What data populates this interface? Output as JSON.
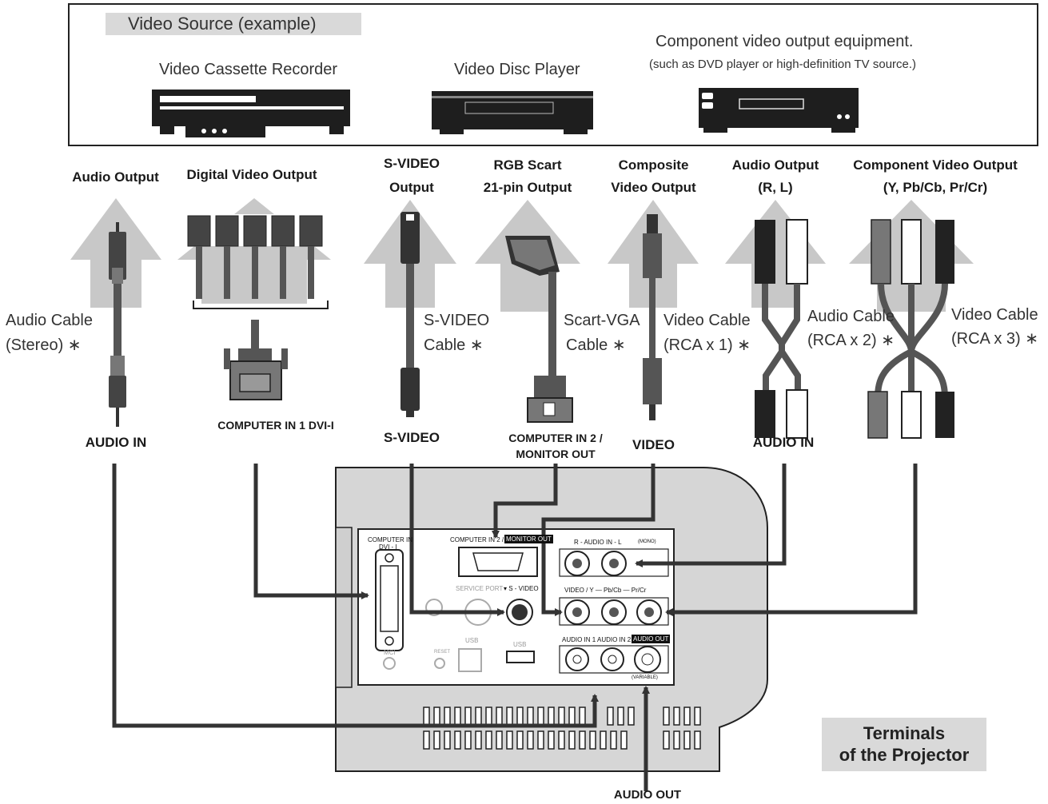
{
  "source_box": {
    "title": "Video Source (example)",
    "vcr": "Video Cassette Recorder",
    "disc": "Video Disc Player",
    "component_line1": "Component video output equipment.",
    "component_line2": "(such as DVD player or high-definition TV source.)"
  },
  "outputs": {
    "audio": "Audio Output",
    "digital": "Digital Video Output",
    "svideo_1": "S-VIDEO",
    "svideo_2": "Output",
    "scart_1": "RGB Scart",
    "scart_2": "21-pin Output",
    "composite_1": "Composite",
    "composite_2": "Video Output",
    "audio_rl_1": "Audio Output",
    "audio_rl_2": "(R, L)",
    "component_1": "Component Video Output",
    "component_2": "(Y, Pb/Cb, Pr/Cr)"
  },
  "cables": {
    "audio_1": "Audio Cable",
    "audio_2": "(Stereo) ∗",
    "svideo_1": "S-VIDEO",
    "svideo_2": "Cable ∗",
    "scart_1": "Scart-VGA",
    "scart_2": "Cable ∗",
    "video1_1": "Video Cable",
    "video1_2": "(RCA x 1) ∗",
    "audio2_1": "Audio Cable",
    "audio2_2": "(RCA x 2) ∗",
    "video3_1": "Video Cable",
    "video3_2": "(RCA x 3) ∗"
  },
  "inputs": {
    "audio_in": "AUDIO IN",
    "computer1": "COMPUTER IN 1 DVI-I",
    "svideo": "S-VIDEO",
    "computer2_1": "COMPUTER IN 2 /",
    "computer2_2": "MONITOR OUT",
    "video": "VIDEO",
    "audio_in_rl": "AUDIO IN",
    "audio_out": "AUDIO OUT"
  },
  "panel": {
    "computer_in": "COMPUTER IN",
    "dvi": "DVI - I",
    "computer_in2": "COMPUTER IN 2 /",
    "monitor_out": "MONITOR OUT",
    "r_audio": "R - AUDIO IN - L",
    "mono": "(MONO)",
    "service": "SERVICE PORT",
    "svideo": "▾ S - VIDEO",
    "video_y": "VIDEO / Y — Pb/Cb — Pr/Cr",
    "usb1": "USB",
    "usb2": "USB",
    "audio_in1": "AUDIO IN 1",
    "audio_in2": "AUDIO IN 2",
    "audio_out": "AUDIO OUT",
    "mci": "MCI",
    "reset": "RESET",
    "variable": "(VARIABLE)"
  },
  "terminals": {
    "line1": "Terminals",
    "line2": "of the Projector"
  },
  "colors": {
    "arrow_gray": "#c8c8c8",
    "box_gray": "#d9d9d9",
    "body_gray": "#d6d6d6",
    "dark": "#1a1a1a"
  }
}
